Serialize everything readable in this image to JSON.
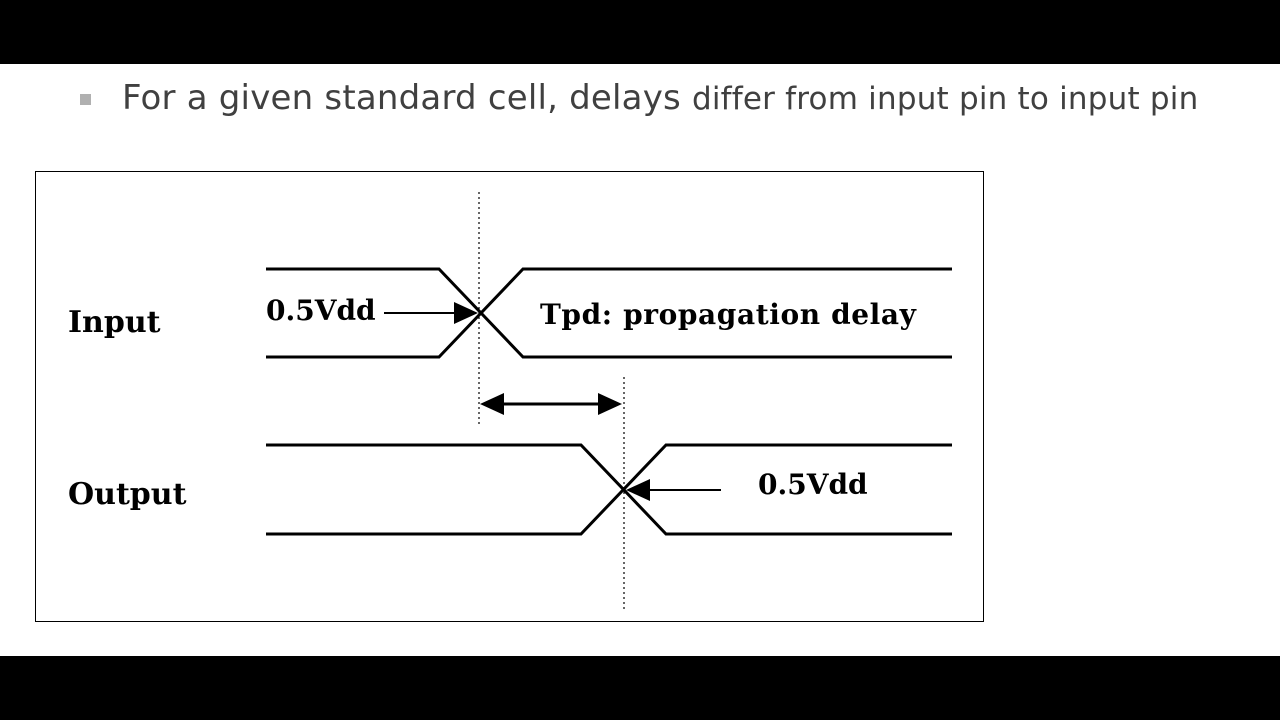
{
  "slide": {
    "bullet_marker": "square-bullet",
    "bullet_text_main": "For a given standard cell, delays ",
    "bullet_text_tail": "differ from input pin to input pin"
  },
  "diagram": {
    "input_label": "Input",
    "output_label": "Output",
    "input_threshold_label": "0.5Vdd",
    "output_threshold_label": "0.5Vdd",
    "delay_label": "Tpd: propagation delay"
  },
  "colors": {
    "background": "#000000",
    "slide": "#ffffff",
    "text": "#404040",
    "bullet": "#b0b0b0",
    "diagram_ink": "#000000"
  }
}
